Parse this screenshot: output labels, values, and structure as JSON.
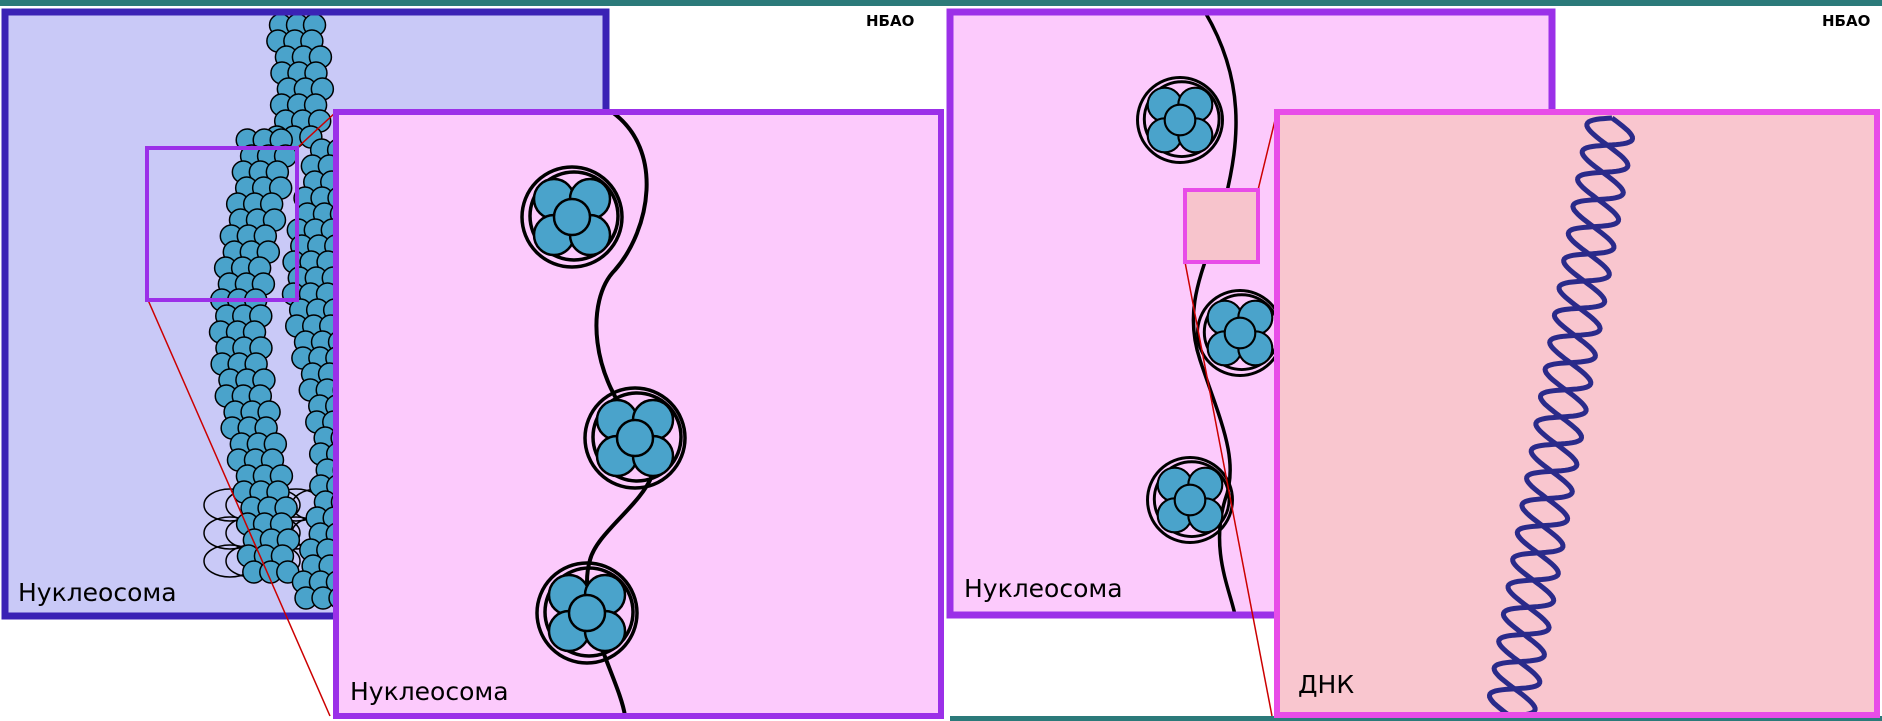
{
  "left_panel": {
    "watermark": "НБАО",
    "outer_label": "Нуклеосома",
    "inset_label": "Нуклеосома",
    "colors": {
      "outer_bg": "#c9c9f7",
      "outer_border": "#3a22b5",
      "inset_bg": "#fccafc",
      "inset_border": "#9b30e8",
      "bead": "#4aa3cb"
    }
  },
  "right_panel": {
    "watermark": "НБАО",
    "outer_label": "Нуклеосома",
    "inset_label": "ДНК",
    "colors": {
      "outer_bg": "#fccafc",
      "outer_border": "#9b30e8",
      "inset_bg": "#f9c6cf",
      "inset_border": "#e84ce8",
      "helix": "#2a2a8a"
    }
  },
  "icons": [
    "chromatin-fiber-icon",
    "nucleosome-icon",
    "dna-double-helix-icon"
  ]
}
